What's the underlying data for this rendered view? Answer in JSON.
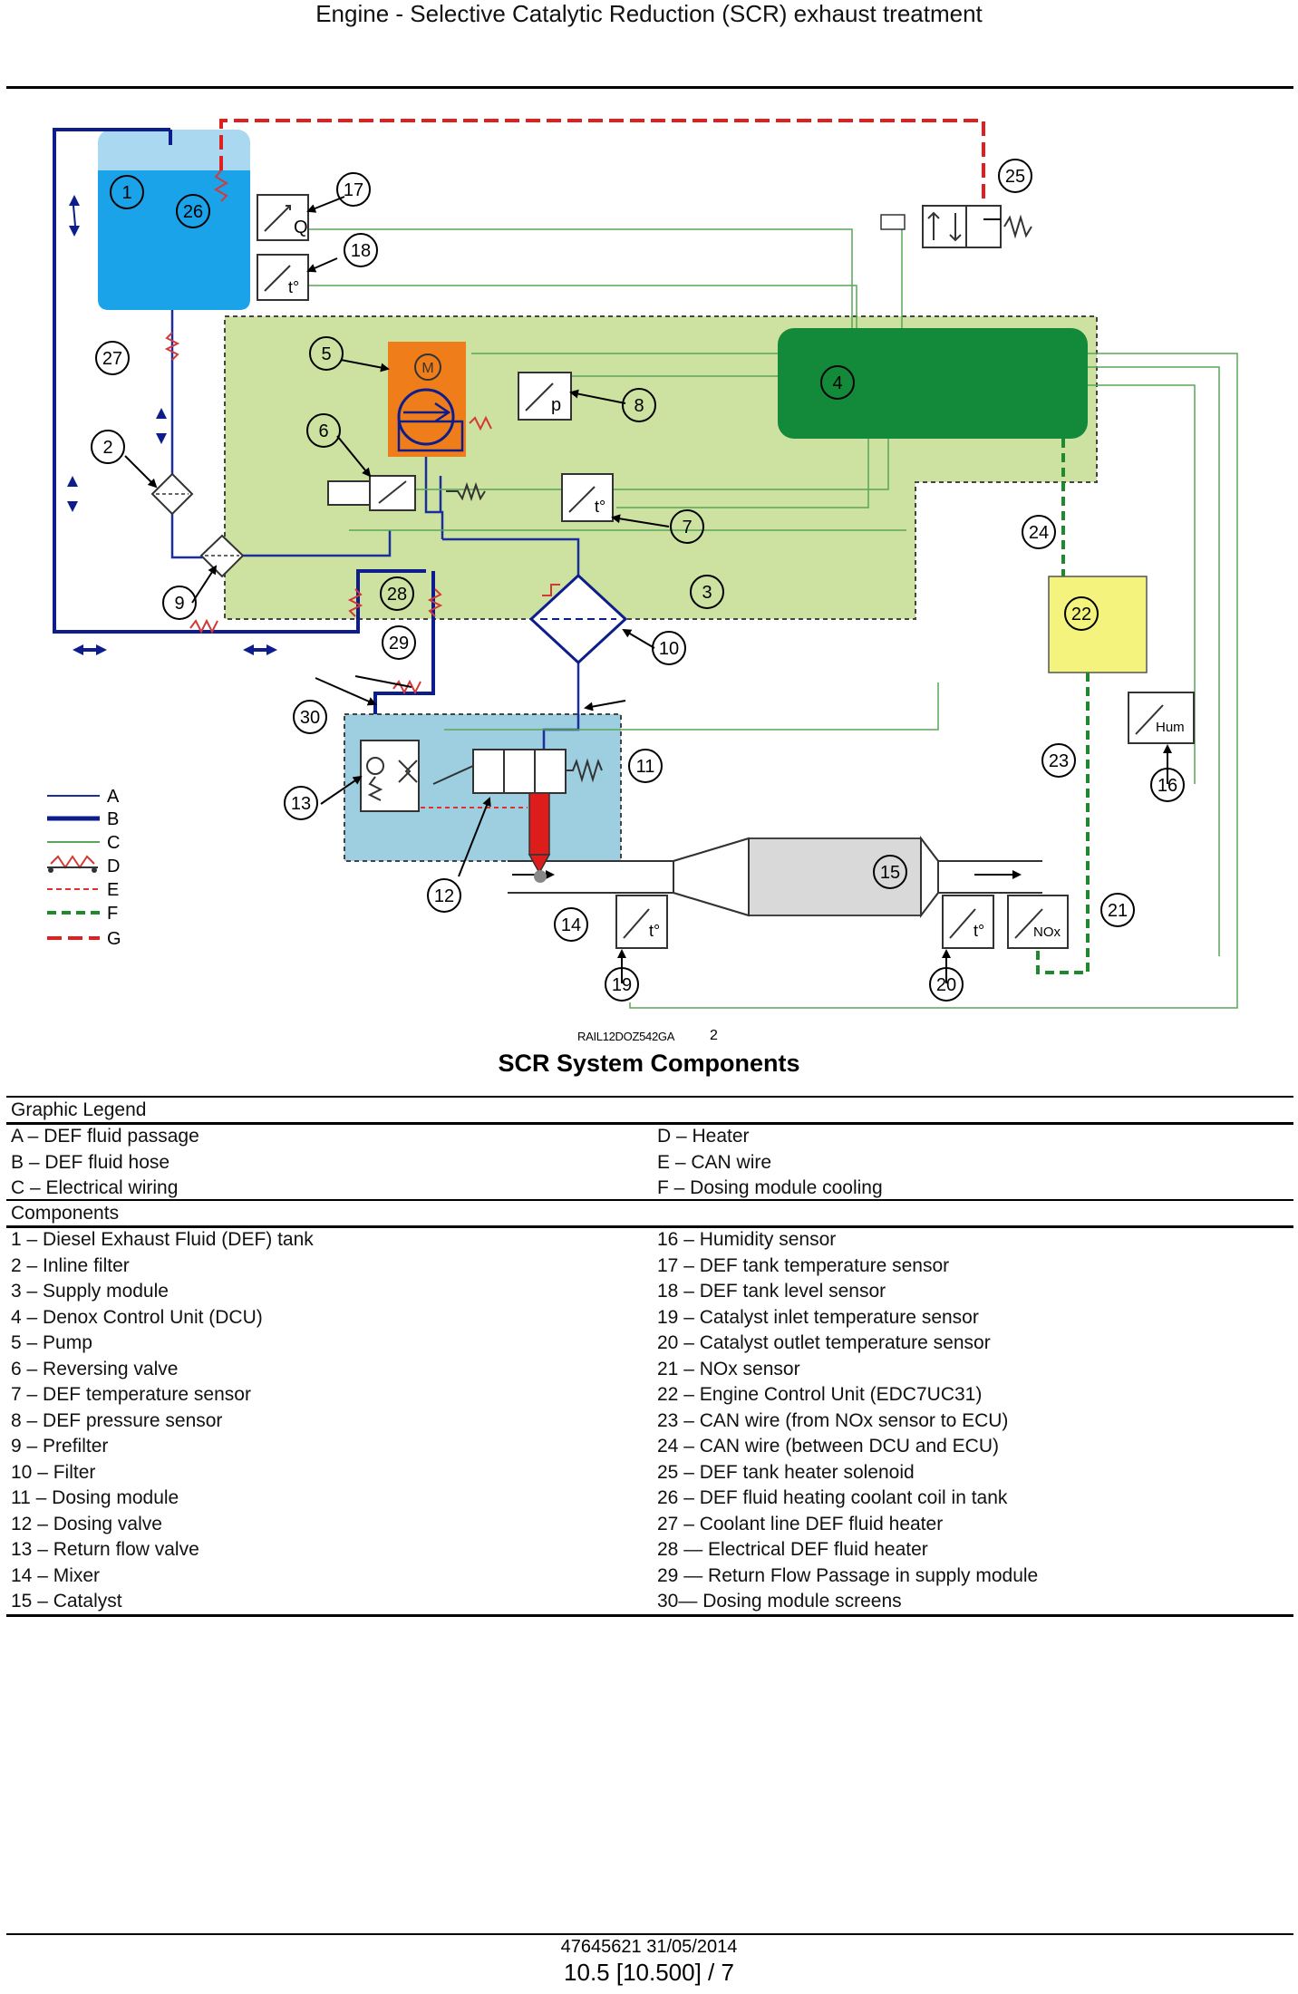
{
  "header": {
    "title": "Engine - Selective Catalytic Reduction (SCR) exhaust treatment"
  },
  "figure": {
    "ref_code": "RAIL12DOZ542GA",
    "ref_number": "2",
    "caption": "SCR System Components",
    "callouts": [
      "1",
      "2",
      "3",
      "4",
      "5",
      "6",
      "7",
      "8",
      "9",
      "10",
      "11",
      "12",
      "13",
      "14",
      "15",
      "16",
      "17",
      "18",
      "19",
      "20",
      "21",
      "22",
      "23",
      "24",
      "25",
      "26",
      "27",
      "28",
      "29",
      "30"
    ],
    "sensor_labels": {
      "level": "Q",
      "temperature": "t°",
      "pressure": "p",
      "humidity": "Hum",
      "nox": "NOx",
      "motor": "M"
    },
    "legend_keys": [
      "A",
      "B",
      "C",
      "D",
      "E",
      "F",
      "G"
    ]
  },
  "legend": {
    "graphic_heading": "Graphic Legend",
    "graphic_left": [
      "A – DEF fluid passage",
      "B – DEF fluid hose",
      "C – Electrical wiring"
    ],
    "graphic_right": [
      "D – Heater",
      "E – CAN wire",
      "F – Dosing module cooling"
    ],
    "components_heading": "Components",
    "components_left": [
      "1 – Diesel Exhaust Fluid (DEF) tank",
      "2 – Inline filter",
      "3 – Supply module",
      "4 – Denox Control Unit (DCU)",
      "5 – Pump",
      "6 – Reversing valve",
      "7 – DEF temperature sensor",
      "8 – DEF pressure sensor",
      "9 – Prefilter",
      "10 – Filter",
      "11 – Dosing module",
      "12 – Dosing valve",
      "13 – Return flow valve",
      "14 – Mixer",
      "15 – Catalyst"
    ],
    "components_right": [
      "16 – Humidity sensor",
      "17 – DEF tank temperature sensor",
      "18 – DEF tank level sensor",
      "19 – Catalyst inlet temperature sensor",
      "20 – Catalyst outlet temperature sensor",
      "21 – NOx sensor",
      "22 – Engine Control Unit (EDC7UC31)",
      "23 – CAN wire (from NOx sensor to ECU)",
      "24 – CAN wire (between DCU and ECU)",
      "25 – DEF tank heater solenoid",
      "26 – DEF fluid heating coolant coil in tank",
      "27 – Coolant line DEF fluid heater",
      "28 — Electrical DEF fluid heater",
      "29 — Return Flow Passage in supply module",
      "30— Dosing module screens"
    ]
  },
  "colors": {
    "def_passage": "#1a2f9c",
    "def_hose": "#0d1e8c",
    "wiring": "#5aa55a",
    "heater": "#d23a3a",
    "can": "#d23a3a",
    "cooling": "#1e8a2e",
    "coolant_g": "#e01f1f",
    "tank": "#1aa3e8",
    "tank_top": "#a9d8f0",
    "supply_module": "#cde2a0",
    "dcu": "#138a3a",
    "pump": "#ee7d1a",
    "ecu": "#f4f37d",
    "dosing_module": "#9ecfe0",
    "catalyst": "#d9d9d9"
  },
  "footer": {
    "doc_code": "47645621 31/05/2014",
    "page": "10.5 [10.500] / 7"
  }
}
